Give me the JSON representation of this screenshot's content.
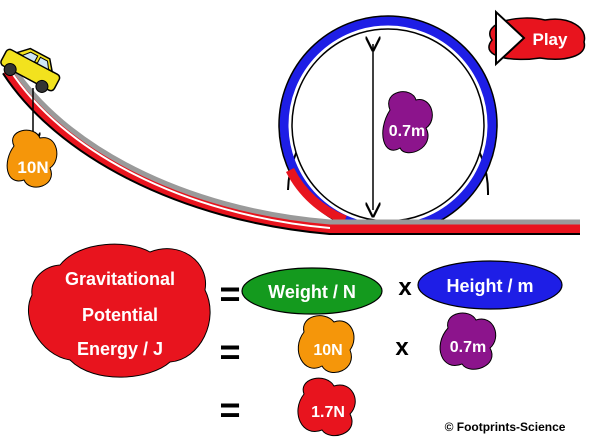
{
  "controls": {
    "play_label": "Play"
  },
  "diagram": {
    "weight_label": "10N",
    "height_label": "0.7m"
  },
  "equation": {
    "gpe_line1": "Gravitational",
    "gpe_line2": "Potential",
    "gpe_line3": "Energy / J",
    "equals_1": "=",
    "equals_2": "=",
    "equals_3": "=",
    "weight_term": "Weight / N",
    "times_1": "x",
    "height_term": "Height / m",
    "weight_value": "10N",
    "times_2": "x",
    "height_value": "0.7m",
    "result_value": "1.7N"
  },
  "footer": {
    "copyright": "© Footprints-Science"
  },
  "colors": {
    "red": "#e8141e",
    "green": "#149a1e",
    "blue": "#1e1ee6",
    "orange": "#f5960a",
    "purple": "#8c148c",
    "car_yellow": "#f2e21e",
    "track_grey": "#9a9a9a"
  },
  "icons": {
    "play": "play-triangle-icon",
    "car": "car-icon",
    "arrow": "down-arrow-icon"
  }
}
